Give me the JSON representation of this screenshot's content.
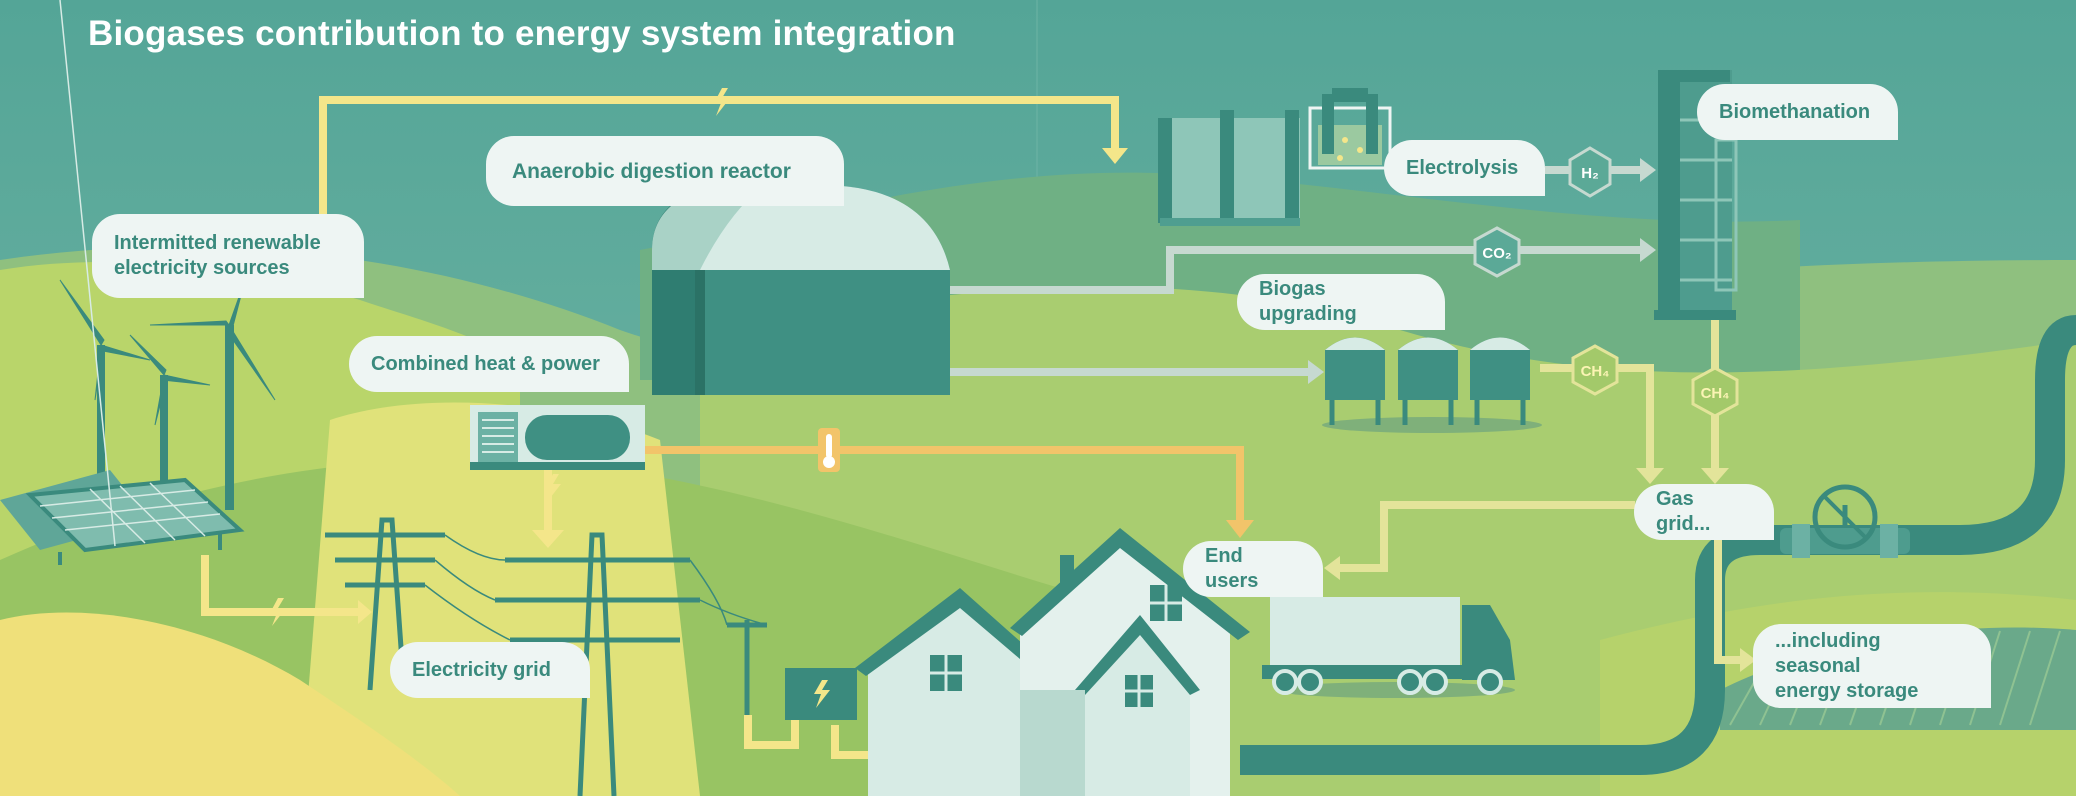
{
  "title": "Biogases contribution to energy system integration",
  "labels": {
    "renewables": "Intermitted renewable\nelectricity sources",
    "reactor": "Anaerobic digestion reactor",
    "chp": "Combined heat & power",
    "electrolysis": "Electrolysis",
    "biomethanation": "Biomethanation",
    "upgrading": "Biogas upgrading",
    "electricity_grid": "Electricity grid",
    "end_users": "End users",
    "gas_grid": "Gas grid...",
    "storage": "...including seasonal\nenergy storage"
  },
  "markers": {
    "h2": "H₂",
    "co2": "CO₂",
    "ch4_a": "CH₄",
    "ch4_b": "CH₄"
  },
  "colors": {
    "sky": "#5aa99a",
    "teal_dark": "#3a8a7d",
    "label_bg": "#eef5f3",
    "flow_electric": "#f4e68a",
    "flow_heat": "#f2c46a",
    "flow_gas": "#c6d9d0",
    "flow_methane": "#e3e49a"
  },
  "icons": [
    "lightning-icon",
    "thermometer-icon",
    "wind-turbine-icon",
    "solar-panel-icon",
    "pylon-icon",
    "house-icon",
    "truck-icon",
    "valve-icon",
    "tank-icon"
  ]
}
